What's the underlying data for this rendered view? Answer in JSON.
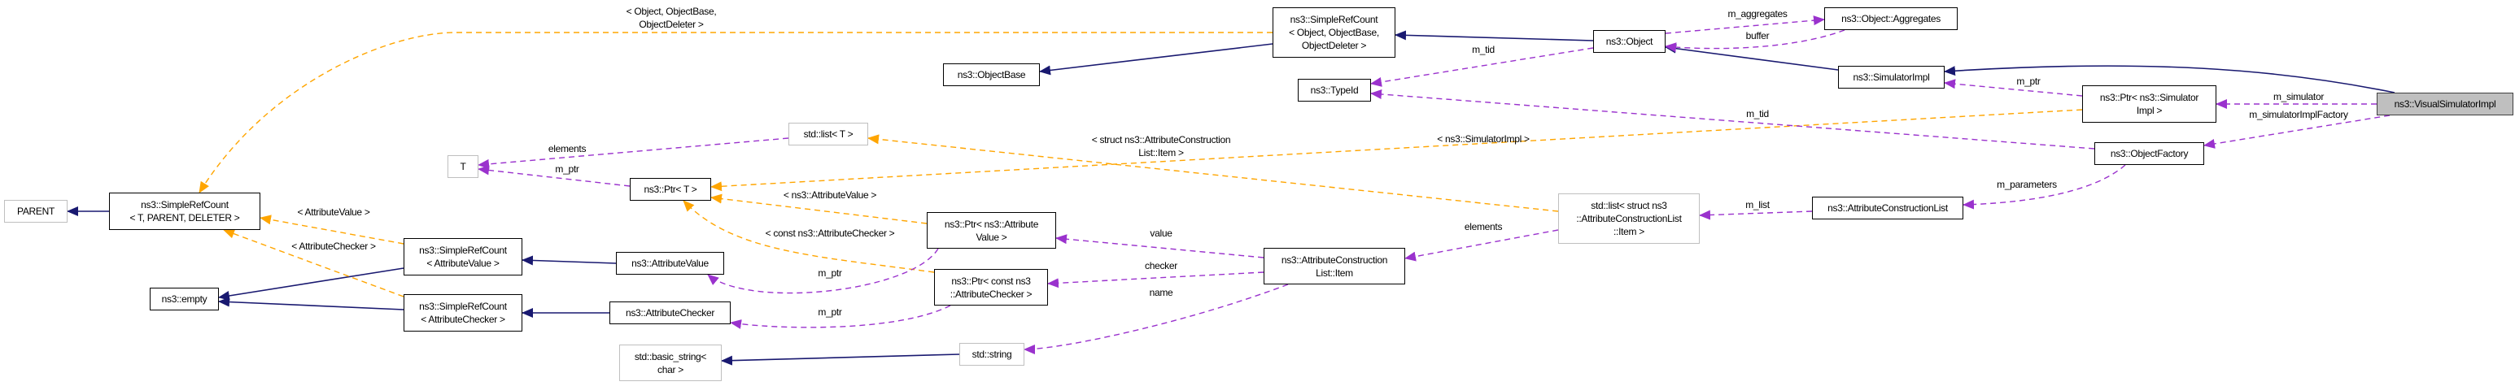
{
  "colors": {
    "inheritance": "#191970",
    "usage": "#9a32cd",
    "template": "#ffa500",
    "focus_fill": "#bfbfbf",
    "undocumented_border": "#bfbfbf"
  },
  "nodes": {
    "parent": "PARENT",
    "src_generic": "ns3::SimpleRefCount\n< T, PARENT, DELETER >",
    "empty": "ns3::empty",
    "src_attr_value": "ns3::SimpleRefCount\n< AttributeValue >",
    "src_attr_checker": "ns3::SimpleRefCount\n< AttributeChecker >",
    "t": "T",
    "attribute_value": "ns3::AttributeValue",
    "attribute_checker": "ns3::AttributeChecker",
    "basic_string": "std::basic_string<\nchar >",
    "object_base": "ns3::ObjectBase",
    "std_list_t": "std::list< T >",
    "ptr_t": "ns3::Ptr< T >",
    "ptr_attr_value": "ns3::Ptr< ns3::Attribute\nValue >",
    "ptr_attr_checker": "ns3::Ptr< const ns3\n::AttributeChecker >",
    "std_string": "std::string",
    "src_object": "ns3::SimpleRefCount\n< Object, ObjectBase,\nObjectDeleter >",
    "object": "ns3::Object",
    "type_id": "ns3::TypeId",
    "std_list_item": "std::list< struct ns3\n::AttributeConstructionList\n::Item >",
    "acl_item": "ns3::AttributeConstruction\nList::Item",
    "acl": "ns3::AttributeConstructionList",
    "aggregates": "ns3::Object::Aggregates",
    "simulator_impl": "ns3::SimulatorImpl",
    "ptr_simulator_impl": "ns3::Ptr< ns3::Simulator\nImpl >",
    "object_factory": "ns3::ObjectFactory",
    "visual_simulator_impl": "ns3::VisualSimulatorImpl"
  },
  "edge_labels": {
    "tpl_object": "< Object, ObjectBase,\nObjectDeleter >",
    "tpl_attr_value": "< AttributeValue >",
    "tpl_attr_checker": "< AttributeChecker >",
    "elements_t": "elements",
    "m_ptr_t": "m_ptr",
    "tpl_struct_item": "< struct ns3::AttributeConstruction\nList::Item >",
    "tpl_ns3_attr_value": "< ns3::AttributeValue >",
    "tpl_const_attr_checker": "< const ns3::AttributeChecker >",
    "m_ptr_value": "m_ptr",
    "m_ptr_checker": "m_ptr",
    "value": "value",
    "checker": "checker",
    "name": "name",
    "m_tid_object": "m_tid",
    "m_tid_factory": "m_tid",
    "tpl_simulator_impl": "< ns3::SimulatorImpl >",
    "elements_item": "elements",
    "m_list": "m_list",
    "m_aggregates": "m_aggregates",
    "buffer": "buffer",
    "m_ptr_sim": "m_ptr",
    "m_simulator": "m_simulator",
    "m_simulator_impl_factory": "m_simulatorImplFactory",
    "m_parameters": "m_parameters"
  }
}
